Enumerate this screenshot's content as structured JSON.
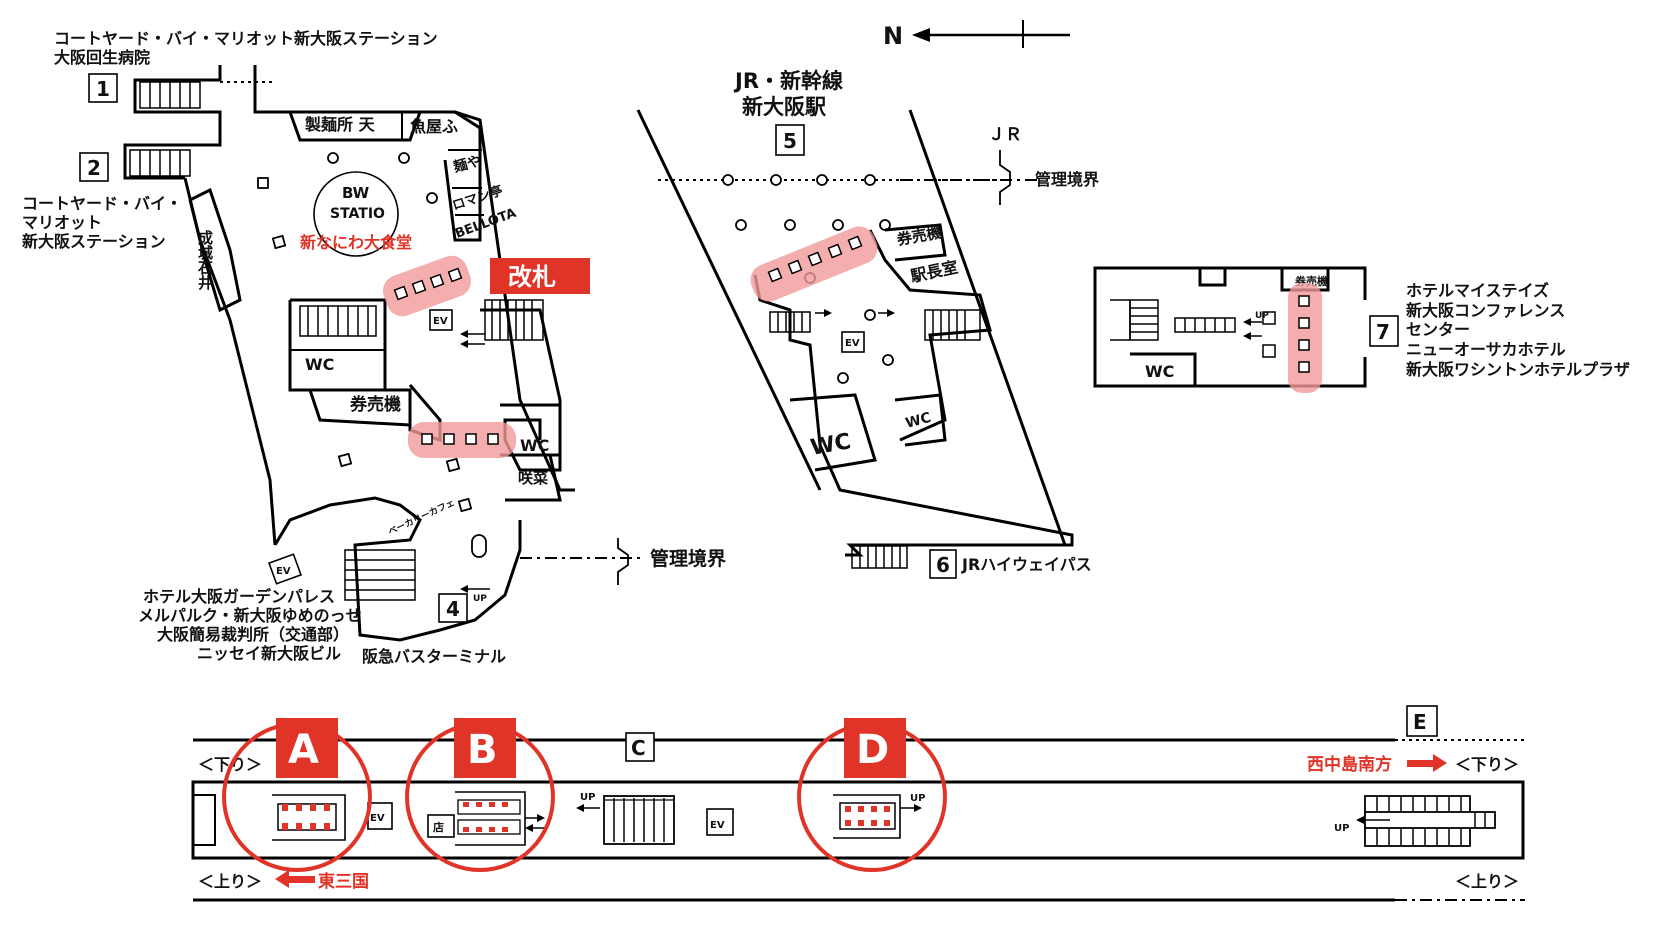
{
  "north": "N",
  "exits": {
    "e1": {
      "num": "1",
      "label1": "コートヤード・バイ・マリオット新大阪ステーション",
      "label2": "大阪回生病院"
    },
    "e2": {
      "num": "2",
      "label1": "コートヤード・バイ・",
      "label2": "マリオット",
      "label3": "新大阪ステーション"
    },
    "e4": {
      "num": "4",
      "label1": "ホテル大阪ガーデンパレス",
      "label2": "メルパルク・新大阪ゆめのっせ",
      "label3": "大阪簡易裁判所（交通部）",
      "label4": "ニッセイ新大阪ビル",
      "bus": "阪急バスターミナル"
    },
    "e5": {
      "num": "5",
      "line1": "JR・新幹線",
      "line2": "新大阪駅"
    },
    "e6": {
      "num": "6",
      "label": "JRハイウェイパス"
    },
    "e7": {
      "num": "7",
      "label1": "ホテルマイステイズ",
      "label2": "新大阪コンファレンス",
      "label3": "センター",
      "label4": "ニューオーサカホテル",
      "label5": "新大阪ワシントンホテルプラザ"
    }
  },
  "west_area": {
    "shop1": "製麺所 天",
    "shop2": "魚屋ふ",
    "shop3": "麺や",
    "shop4": "ロマン亭",
    "shop5": "BELLOTA",
    "bw1": "BW",
    "bw2": "STATIO",
    "food_hall": "新なにわ大食堂",
    "seijo": "成城石井",
    "wc1": "WC",
    "wc2": "WC",
    "ticket": "券売機",
    "sakuna": "咲菜",
    "cafe": "ベーカリーカフェ",
    "ev1": "EV",
    "ev2": "EV",
    "up": "UP",
    "boundary": "管理境界"
  },
  "gate_label": "改札",
  "center_area": {
    "jr": "ＪＲ",
    "boundary": "管理境界",
    "ticket": "券売機",
    "office": "駅長室",
    "ev": "EV",
    "wc1": "WC",
    "wc2": "WC"
  },
  "east_area": {
    "ticket": "券売機",
    "up": "UP",
    "wc": "WC"
  },
  "platform": {
    "letters": {
      "A": "A",
      "B": "B",
      "C": "C",
      "D": "D",
      "E": "E"
    },
    "down_left": "＜下り＞",
    "down_right": "＜下り＞",
    "up_left": "＜上り＞",
    "up_right": "＜上り＞",
    "dir_north": "西中島南方",
    "dir_south": "東三国",
    "ev1": "EV",
    "ev2": "EV",
    "shop": "店",
    "up1": "UP",
    "up2": "UP",
    "up3": "UP"
  },
  "colors": {
    "accent_red": "#e03428",
    "gate_pink": "#f19a9a"
  }
}
